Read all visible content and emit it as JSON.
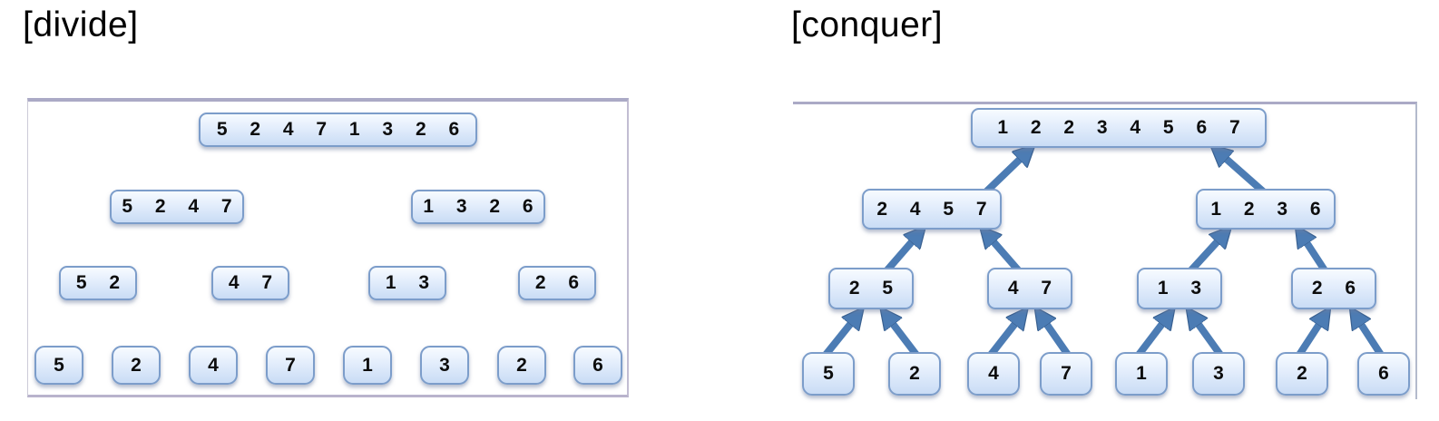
{
  "labels": {
    "divide": "[divide]",
    "conquer": "[conquer]"
  },
  "divide_tree": {
    "level1": [
      "5 2 4 7 1 3 2 6"
    ],
    "level2": [
      "5 2 4 7",
      "1 3 2 6"
    ],
    "level3": [
      "5 2",
      "4 7",
      "1 3",
      "2 6"
    ],
    "level4": [
      "5",
      "2",
      "4",
      "7",
      "1",
      "3",
      "2",
      "6"
    ]
  },
  "conquer_tree": {
    "level1": [
      "1 2 2 3 4 5 6 7"
    ],
    "level2": [
      "2 4 5 7",
      "1 2 3 6"
    ],
    "level3": [
      "2 5",
      "4 7",
      "1 3",
      "2 6"
    ],
    "level4": [
      "5",
      "2",
      "4",
      "7",
      "1",
      "3",
      "2",
      "6"
    ]
  },
  "colors": {
    "box_border": "#7c9dca",
    "box_fill_top": "#f7fbff",
    "box_fill_bottom": "#c9dcf5",
    "arrow": "#4c7cb4",
    "arrow_edge": "#3a6191",
    "panel_border": "#abaac6",
    "text": "#000000"
  }
}
